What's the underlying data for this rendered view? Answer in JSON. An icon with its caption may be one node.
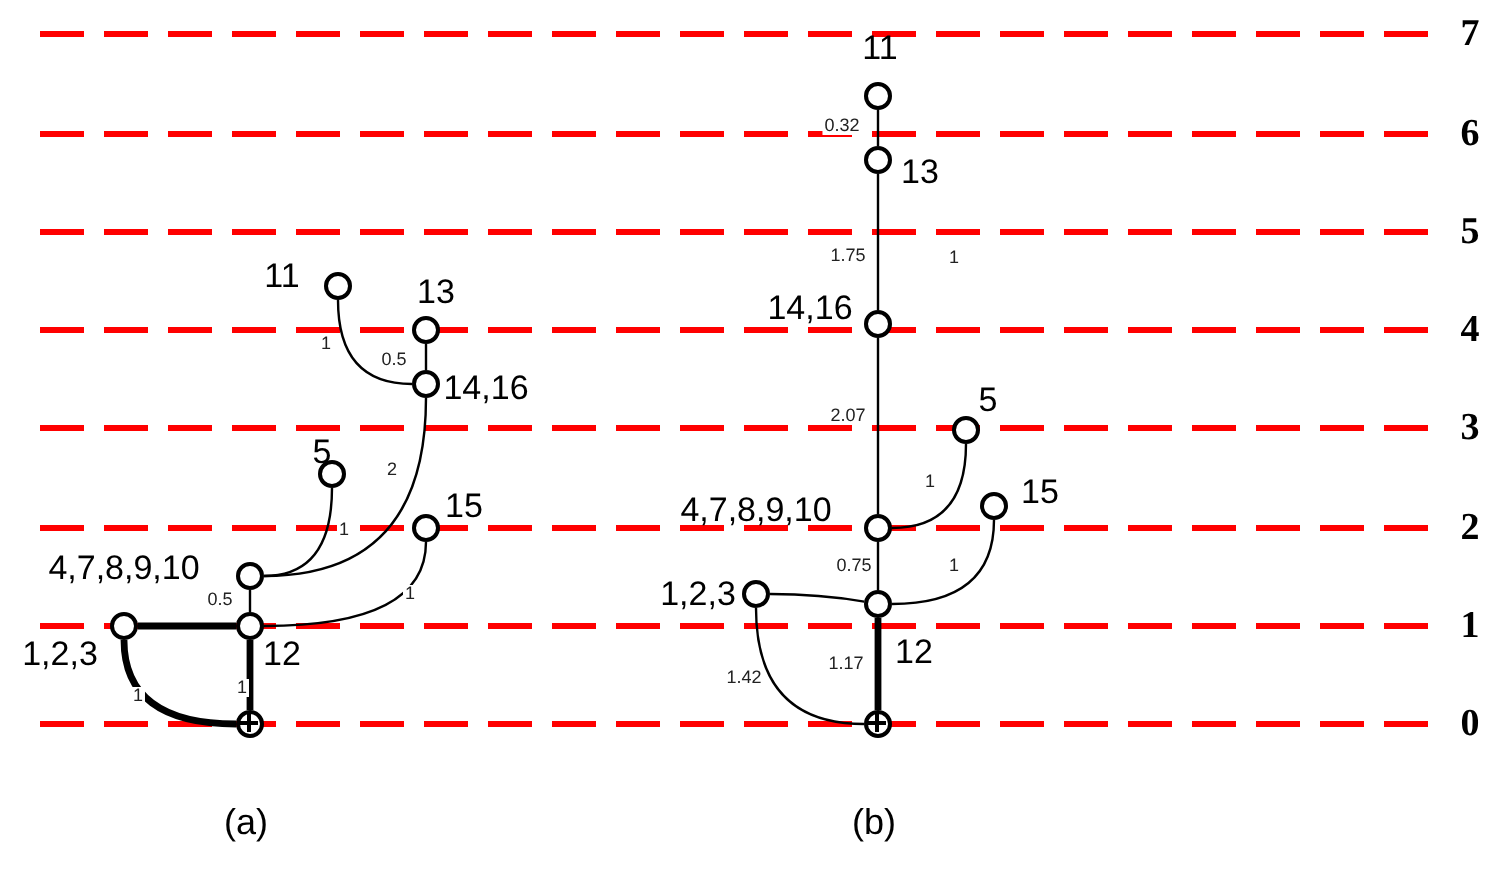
{
  "diagram": {
    "nodes": [
      {
        "text": [],
        "shape": "circle"
      },
      {
        "text": [],
        "shape": "circle",
        "beside": [
          "12"
        ]
      },
      {
        "text": [],
        "shape": "circle",
        "beside": [
          "1,2,3"
        ]
      },
      {
        "text": [],
        "shape": "circle",
        "beside": [
          "4,7,8,9,10"
        ]
      },
      {
        "text": [],
        "shape": "circle",
        "beside": [
          "5"
        ]
      },
      {
        "text": [],
        "shape": "circle",
        "beside": [
          "15"
        ]
      },
      {
        "text": [],
        "shape": "circle",
        "beside": [
          "14,16"
        ]
      },
      {
        "text": [],
        "shape": "circle",
        "beside": [
          "13"
        ]
      },
      {
        "text": [],
        "shape": "circle",
        "beside": [
          "11"
        ]
      },
      {
        "text": [],
        "shape": "circle"
      },
      {
        "text": [],
        "shape": "circle",
        "beside": [
          "12"
        ]
      },
      {
        "text": [],
        "shape": "circle",
        "beside": [
          "1,2,3"
        ]
      },
      {
        "text": [],
        "shape": "circle",
        "beside": [
          "4,7,8,9,10"
        ]
      },
      {
        "text": [],
        "shape": "circle",
        "beside": [
          "15"
        ]
      },
      {
        "text": [],
        "shape": "circle",
        "beside": [
          "5"
        ]
      },
      {
        "text": [],
        "shape": "circle",
        "beside": [
          "14,16"
        ]
      },
      {
        "text": [],
        "shape": "circle",
        "beside": [
          "13"
        ]
      },
      {
        "text": [],
        "shape": "circle",
        "beside": [
          "11"
        ]
      }
    ],
    "edges": [
      {
        "from": 0,
        "to": 1,
        "arrow": "none",
        "label": "1",
        "style": "thick"
      },
      {
        "from": 0,
        "to": 2,
        "arrow": "none",
        "label": "1",
        "style": "thick"
      },
      {
        "from": 2,
        "to": 1,
        "arrow": "none",
        "style": "thick"
      },
      {
        "from": 1,
        "to": 3,
        "arrow": "none",
        "label": "0.5"
      },
      {
        "from": 3,
        "to": 4,
        "arrow": "none",
        "label": "1"
      },
      {
        "from": 3,
        "to": 6,
        "arrow": "none",
        "label": "2"
      },
      {
        "from": 1,
        "to": 5,
        "arrow": "none",
        "label": "1"
      },
      {
        "from": 6,
        "to": 7,
        "arrow": "none",
        "label": "0.5"
      },
      {
        "from": 6,
        "to": 8,
        "arrow": "none",
        "label": "1"
      },
      {
        "from": 9,
        "to": 10,
        "arrow": "none",
        "label": "1.17",
        "style": "thick"
      },
      {
        "from": 9,
        "to": 11,
        "arrow": "none",
        "label": "1.42"
      },
      {
        "from": 11,
        "to": 10,
        "arrow": "none"
      },
      {
        "from": 10,
        "to": 12,
        "arrow": "none",
        "label": "0.75"
      },
      {
        "from": 12,
        "to": 14,
        "arrow": "none",
        "label": "1"
      },
      {
        "from": 10,
        "to": 13,
        "arrow": "none",
        "label": "1"
      },
      {
        "from": 12,
        "to": 15,
        "arrow": "none",
        "label": "2.07"
      },
      {
        "from": 15,
        "to": 16,
        "arrow": "none",
        "label": "1.75"
      },
      {
        "from": 16,
        "to": 17,
        "arrow": "none",
        "label": "0.32"
      }
    ],
    "labels": [
      "7",
      "6",
      "5",
      "4",
      "3",
      "2",
      "1",
      "0",
      "1",
      "(a)",
      "(b)"
    ]
  }
}
